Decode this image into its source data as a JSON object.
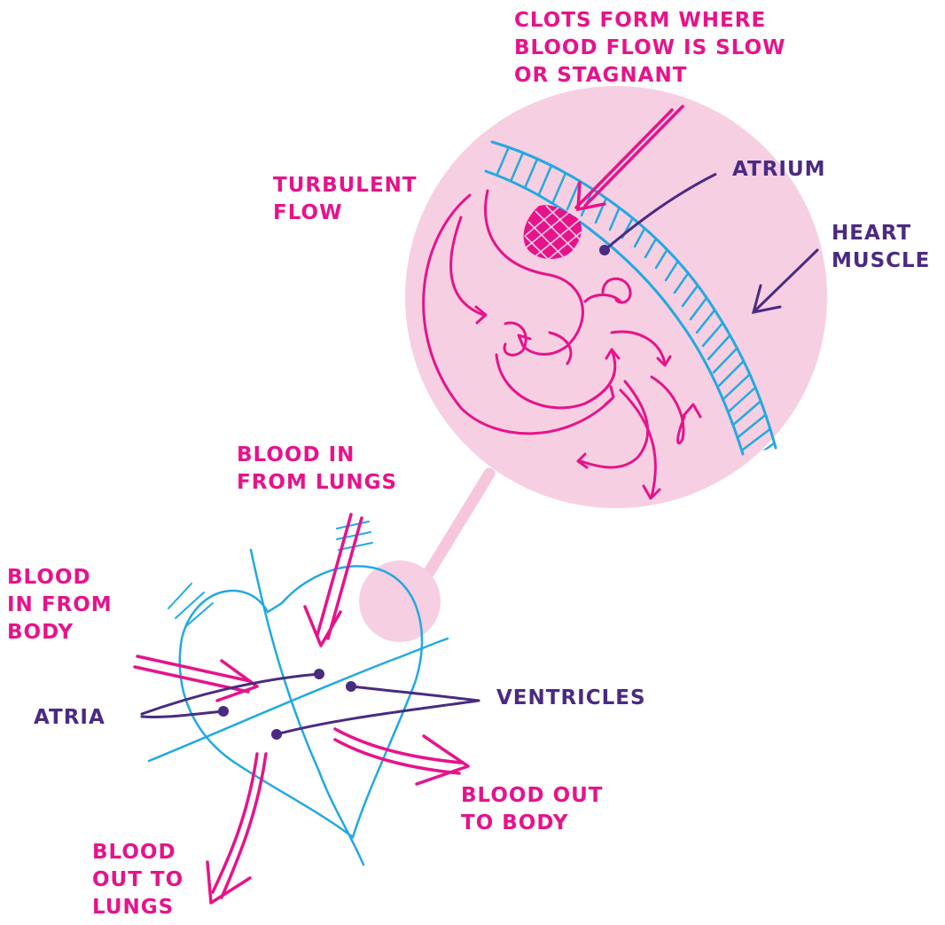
{
  "colors": {
    "pink": "#e6138b",
    "purple": "#4a2a82",
    "blue": "#22a9e0",
    "light_pink": "#f7cfe2",
    "stroke_pink": "#f7c6dc"
  },
  "labels": {
    "clots": [
      "CLOTS FORM WHERE",
      "BLOOD FLOW IS SLOW",
      "OR STAGNANT"
    ],
    "turbulent": [
      "TURBULENT",
      "FLOW"
    ],
    "atrium": "ATRIUM",
    "heart_muscle": [
      "HEART",
      "MUSCLE"
    ],
    "blood_in_lungs": [
      "BLOOD IN",
      "FROM LUNGS"
    ],
    "blood_in_body": [
      "BLOOD",
      "IN FROM",
      "BODY"
    ],
    "atria": "ATRIA",
    "ventricles": "VENTRICLES",
    "blood_out_body": [
      "BLOOD OUT",
      "TO BODY"
    ],
    "blood_out_lungs": [
      "BLOOD",
      "OUT TO",
      "LUNGS"
    ]
  }
}
